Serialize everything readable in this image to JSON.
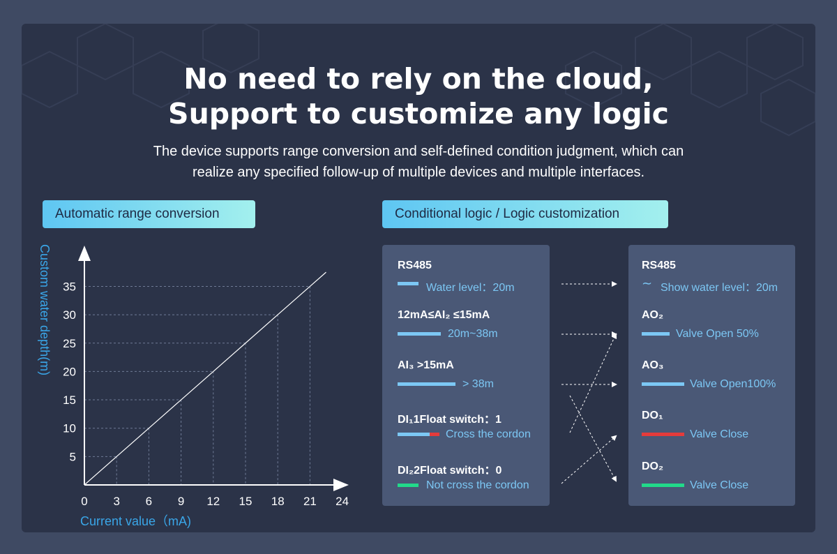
{
  "header": {
    "title_line1": "No need to rely on the cloud,",
    "title_line2": "Support to customize any logic",
    "subtitle_line1": "The device supports range conversion and self-defined condition judgment, which can",
    "subtitle_line2": "realize any specified follow-up of multiple devices and multiple interfaces."
  },
  "sections": {
    "left_label": "Automatic range conversion",
    "right_label": "Conditional logic / Logic customization"
  },
  "chart_data": {
    "type": "line",
    "xlabel": "Current value（mA)",
    "ylabel": "Custom water depth(m)",
    "x_ticks": [
      "0",
      "3",
      "6",
      "9",
      "12",
      "15",
      "18",
      "21",
      "24"
    ],
    "y_ticks": [
      "5",
      "10",
      "15",
      "20",
      "25",
      "30",
      "35"
    ],
    "series": [
      {
        "x": [
          0,
          3,
          6,
          9,
          12,
          15,
          18,
          21,
          22.5
        ],
        "y": [
          0,
          5,
          10,
          15,
          20,
          25,
          30,
          35,
          37.5
        ]
      }
    ],
    "grid": "dashed guide lines at points"
  },
  "logic": {
    "inputs": [
      {
        "head": "RS485",
        "value": "Water level：20m",
        "indicator": "blue"
      },
      {
        "head": "12mA≤AI₂ ≤15mA",
        "value": "20m~38m",
        "indicator": "blue"
      },
      {
        "head": "AI₃ >15mA",
        "value": "> 38m",
        "indicator": "blue"
      },
      {
        "head": "DI₁1Float switch：1",
        "value": "Cross the cordon",
        "indicator": "blue-red"
      },
      {
        "head": "DI₂2Float switch：0",
        "value": "Not cross the cordon",
        "indicator": "green"
      }
    ],
    "outputs": [
      {
        "head": "RS485",
        "value": "Show water level：20m",
        "indicator": "wave"
      },
      {
        "head": "AO₂",
        "value": "Valve Open 50%",
        "indicator": "blue"
      },
      {
        "head": "AO₃",
        "value": "Valve Open100%",
        "indicator": "blue"
      },
      {
        "head": "DO₁",
        "value": "Valve Close",
        "indicator": "red"
      },
      {
        "head": "DO₂",
        "value": "Valve Close",
        "indicator": "green"
      }
    ]
  },
  "colors": {
    "background": "#3f4a63",
    "card": "#2b3348",
    "panel": "#4a5876",
    "accent_blue": "#7cc7f4",
    "red": "#e53b3b",
    "green": "#22d98a",
    "axis_label": "#3aa6e8"
  }
}
